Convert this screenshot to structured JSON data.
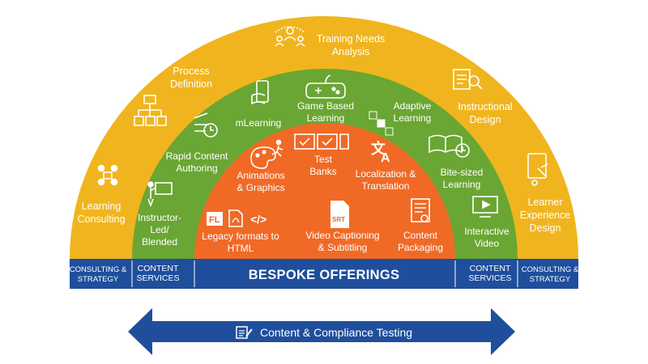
{
  "colors": {
    "outer_arc": "#f0b51e",
    "middle_arc": "#6aa633",
    "inner_arc": "#f06a26",
    "bottom_bar": "#1f4e9c",
    "arrow": "#1f4e9c",
    "text": "#ffffff"
  },
  "outer_items": [
    {
      "label": "Training Needs\nAnalysis",
      "icon": "people-network-icon"
    },
    {
      "label": "Process\nDefinition",
      "icon": "flowchart-icon"
    },
    {
      "label": "Instructional\nDesign",
      "icon": "document-search-icon"
    },
    {
      "label": "Learning\nConsulting",
      "icon": "meeting-icon"
    },
    {
      "label": "Learner\nExperience\nDesign",
      "icon": "tablet-touch-icon"
    }
  ],
  "middle_items": [
    {
      "label": "mLearning",
      "icon": "mobile-book-icon"
    },
    {
      "label": "Game Based\nLearning",
      "icon": "gamepad-icon"
    },
    {
      "label": "Adaptive\nLearning",
      "icon": "adaptive-blocks-icon"
    },
    {
      "label": "Rapid Content\nAuthoring",
      "icon": "pencil-clock-icon"
    },
    {
      "label": "Bite-sized\nLearning",
      "icon": "book-clock-icon"
    },
    {
      "label": "Instructor-\nLed/\nBlended",
      "icon": "instructor-board-icon"
    },
    {
      "label": "Interactive\nVideo",
      "icon": "video-screen-icon"
    }
  ],
  "inner_items": [
    {
      "label": "Animations\n& Graphics",
      "icon": "palette-runner-icon"
    },
    {
      "label": "Test\nBanks",
      "icon": "checklist-screens-icon"
    },
    {
      "label": "Localization &\nTranslation",
      "icon": "translate-icon"
    },
    {
      "label": "Legacy formats to\nHTML",
      "icon": "file-formats-icon",
      "badges": [
        "FL",
        "</>"
      ]
    },
    {
      "label": "Video Captioning\n& Subtitling",
      "icon": "srt-file-icon",
      "badge": "SRT"
    },
    {
      "label": "Content\nPackaging",
      "icon": "package-document-icon"
    }
  ],
  "bottom_bar": {
    "left_outer": "CONSULTING &\nSTRATEGY",
    "left_inner": "CONTENT\nSERVICES",
    "title": "BESPOKE OFFERINGS",
    "right_inner": "CONTENT\nSERVICES",
    "right_outer": "CONSULTING &\nSTRATEGY"
  },
  "arrow": {
    "label": "Content & Compliance Testing",
    "icon": "checklist-pen-icon"
  }
}
